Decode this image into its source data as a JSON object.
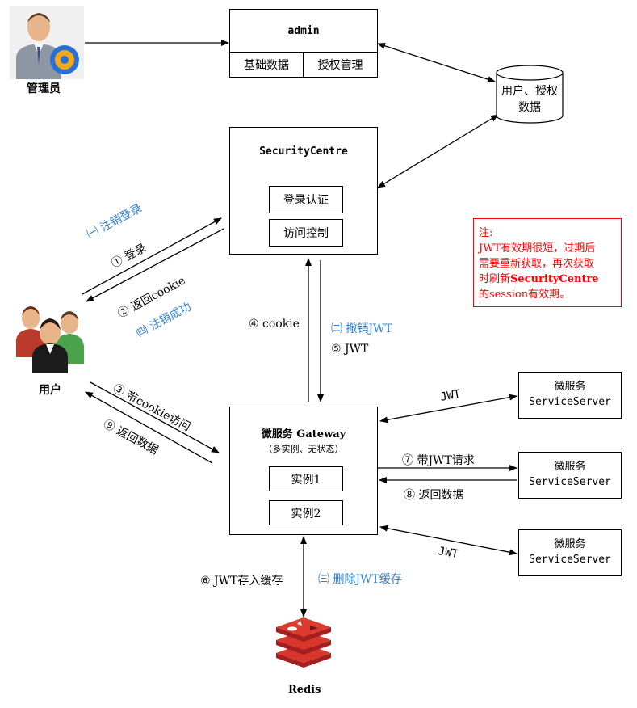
{
  "admin": {
    "role_label": "管理员",
    "box_title": "admin",
    "cell_basic": "基础数据",
    "cell_auth": "授权管理"
  },
  "db": {
    "line1": "用户、授权",
    "line2": "数据"
  },
  "security": {
    "title": "SecurityCentre",
    "login_auth": "登录认证",
    "access_control": "访问控制"
  },
  "note": {
    "line1": "注:",
    "line2": "JWT有效期很短，过期后",
    "line3": "需要重新获取，再次获取",
    "line4a": "时刷新",
    "line4b": "SecurityCentre",
    "line5": "的session有效期。"
  },
  "user": {
    "label": "用户"
  },
  "gateway": {
    "title": "微服务 Gateway",
    "subtitle": "（多实例、无状态）",
    "instance1": "实例1",
    "instance2": "实例2"
  },
  "services": [
    {
      "line1": "微服务",
      "line2": "ServiceServer"
    },
    {
      "line1": "微服务",
      "line2": "ServiceServer"
    },
    {
      "line1": "微服务",
      "line2": "ServiceServer"
    }
  ],
  "redis": {
    "label": "Redis"
  },
  "arrows": {
    "logout": "㈠ 注销登录",
    "login": "① 登录",
    "return_cookie": "② 返回cookie",
    "logout_ok": "㈣ 注销成功",
    "cookie": "④ cookie",
    "revoke_jwt": "㈡ 撤销JWT",
    "jwt": "⑤ JWT",
    "visit_cookie": "③ 带cookie访问",
    "return_data": "⑨ 返回数据",
    "jwt_top": "JWT",
    "req_jwt": "⑦ 带JWT请求",
    "return_data2": "⑧ 返回数据",
    "jwt_bottom": "JWT",
    "save_cache": "⑥ JWT存入缓存",
    "delete_cache": "㈢ 删除JWT缓存"
  }
}
